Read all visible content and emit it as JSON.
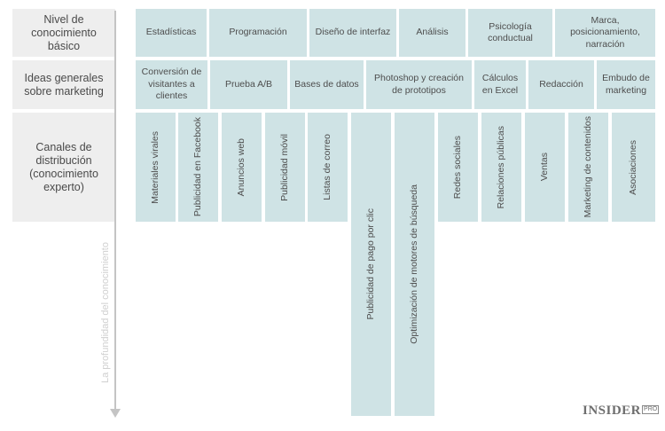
{
  "rows": {
    "basic": "Nivel de conocimiento básico",
    "general": "Ideas generales sobre marketing",
    "channels": "Canales de distribución (conocimiento experto)"
  },
  "basic_cells": [
    "Estadísticas",
    "Programación",
    "Diseño de interfaz",
    "Análisis",
    "Psicología conductual",
    "Marca, posicionamiento, narración"
  ],
  "general_cells": [
    "Conversión de visitantes a clientes",
    "Prueba A/B",
    "Bases de datos",
    "Photoshop y creación de prototipos",
    "Cálculos en Excel",
    "Redacción",
    "Embudo de marketing"
  ],
  "channel_cells": [
    "Materiales virales",
    "Publicidad en Facebook",
    "Anuncios web",
    "Publicidad móvil",
    "Listas de correo",
    "Publicidad de pago por clic",
    "Optimización de motores de búsqueda",
    "Redes sociales",
    "Relaciones públicas",
    "Ventas",
    "Marketing de contenidos",
    "Asociaciones"
  ],
  "axis_label": "La profundidad del conocimiento",
  "logo": {
    "main": "INSIDER",
    "sub": "PRO"
  },
  "colors": {
    "cell": "#cfe3e5",
    "label_bg": "#eeeeee",
    "axis": "#c4c4c4",
    "text": "#4a4a4a"
  }
}
